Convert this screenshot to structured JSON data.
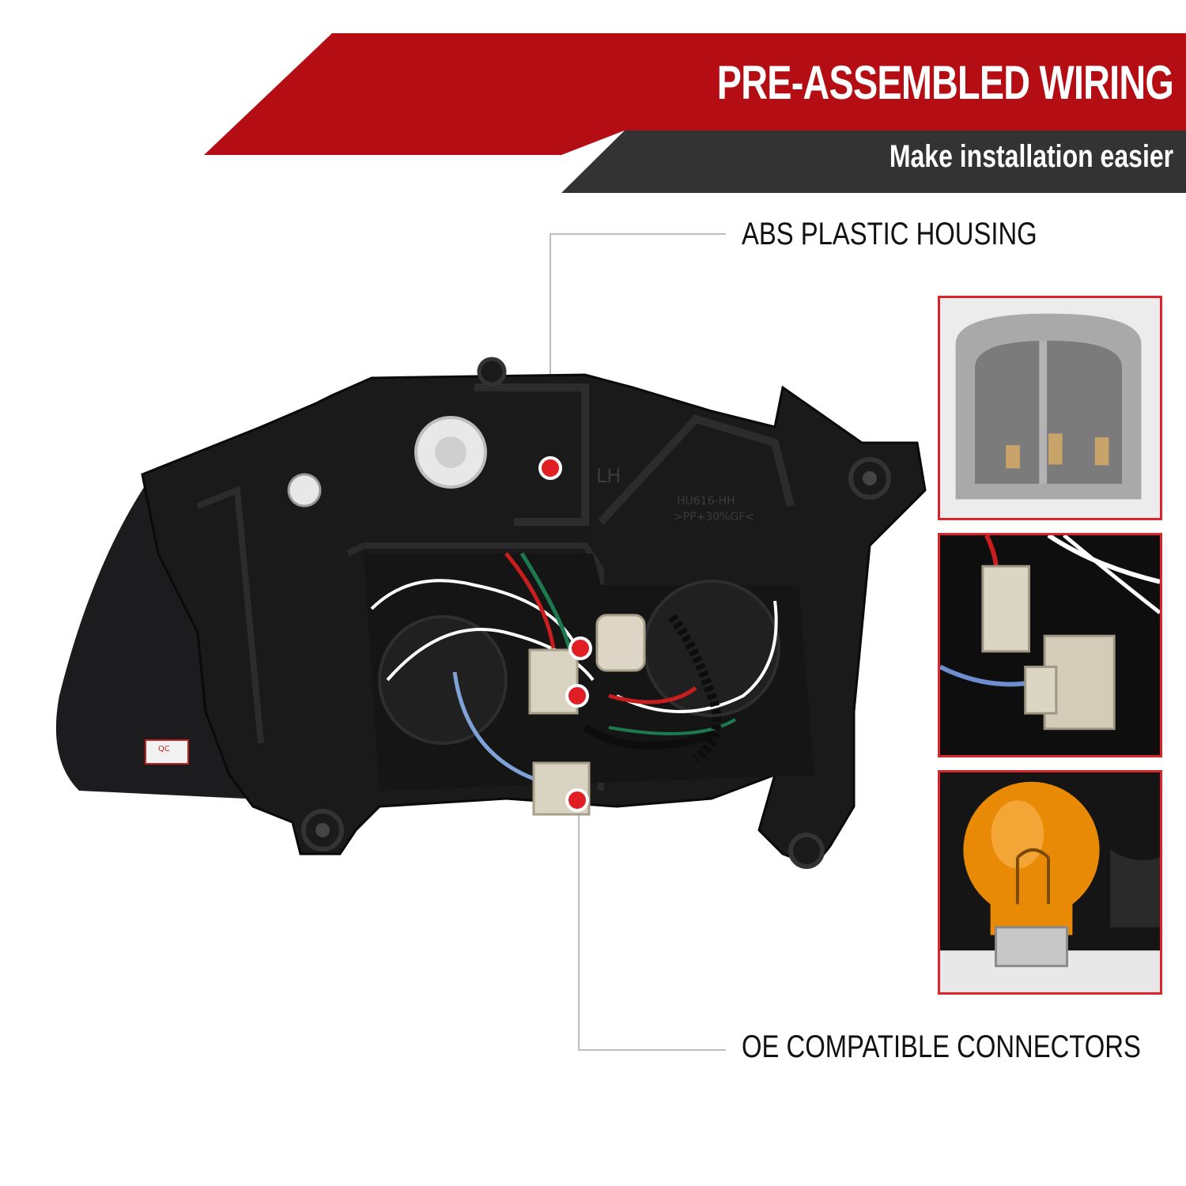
{
  "banner": {
    "title": "PRE-ASSEMBLED WIRING",
    "subtitle": "Make installation easier",
    "red_color": "#b40e14",
    "dark_color": "#333333"
  },
  "callouts": {
    "housing": "ABS PLASTIC HOUSING",
    "connectors": "OE COMPATIBLE CONNECTORS"
  },
  "headlight": {
    "embossed_side": "LH",
    "embossed_part": "HU616-HH",
    "embossed_material": ">PP+30%GF<",
    "qc_sticker": "QC"
  },
  "thumbnails": [
    {
      "subject": "connector-plug"
    },
    {
      "subject": "connector-pair"
    },
    {
      "subject": "amber-bulb"
    }
  ],
  "accent_color": "#d8262c"
}
